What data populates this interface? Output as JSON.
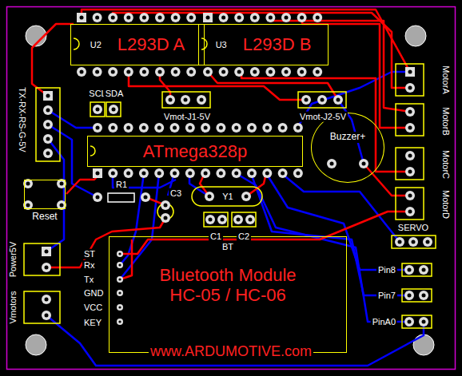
{
  "diagram": {
    "caption": "www.ARDUMOTIVE.com",
    "nodes": [
      {
        "text": [
          "U2",
          "L293D A"
        ]
      },
      {
        "text": [
          "U3",
          "L293D B"
        ]
      },
      {
        "text": [
          "ATmega328p"
        ]
      },
      {
        "text": [
          "Buzzer+"
        ]
      },
      {
        "text": [
          "BT",
          "Bluetooth Module HC-05 / HC-06"
        ]
      },
      {
        "text": [
          "Reset"
        ]
      }
    ],
    "labels": [
      "TX-RX-RS-G-5V",
      "SCL",
      "SDA",
      "Vmot-J1-5V",
      "Vmot-J2-5V",
      "R1",
      "C3",
      "Y1",
      "C1",
      "C2",
      "ST",
      "Rx",
      "Tx",
      "GND",
      "VCC",
      "KEY",
      "Power5V",
      "Vmotors",
      "MotorA",
      "MotorB",
      "MotorC",
      "MotorD",
      "SERVO",
      "Pin8",
      "Pin7",
      "PinA0"
    ]
  }
}
